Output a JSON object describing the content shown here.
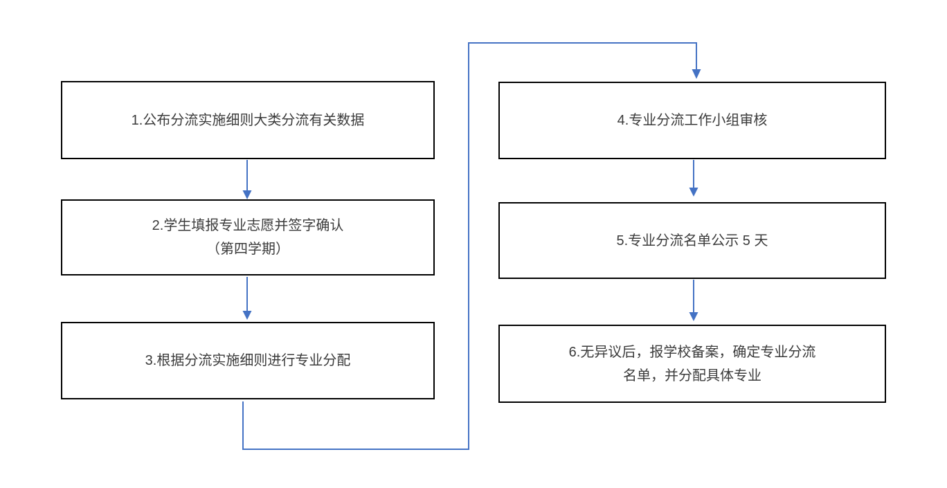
{
  "diagram": {
    "type": "flowchart",
    "colors": {
      "connector": "#4472C4",
      "box_border": "#000000",
      "box_fill": "#ffffff",
      "text": "#3b3b3b",
      "background": "#ffffff"
    },
    "boxes": [
      {
        "name": "step-1",
        "lines": [
          "1.公布分流实施细则大类分流有关数据"
        ]
      },
      {
        "name": "step-2",
        "lines": [
          "2.学生填报专业志愿并签字确认",
          "（第四学期）"
        ]
      },
      {
        "name": "step-3",
        "lines": [
          "3.根据分流实施细则进行专业分配"
        ]
      },
      {
        "name": "step-4",
        "lines": [
          "4.专业分流工作小组审核"
        ]
      },
      {
        "name": "step-5",
        "lines": [
          "5.专业分流名单公示 5 天"
        ]
      },
      {
        "name": "step-6",
        "lines": [
          "6.无异议后，报学校备案，确定专业分流",
          "名单，并分配具体专业"
        ]
      }
    ],
    "connectors": [
      {
        "name": "arrow-step1-to-step2",
        "shape": "straight-down-arrow"
      },
      {
        "name": "arrow-step2-to-step3",
        "shape": "straight-down-arrow"
      },
      {
        "name": "arrow-step3-to-step4",
        "shape": "elbow-arrow"
      },
      {
        "name": "arrow-step4-to-step5",
        "shape": "straight-down-arrow"
      },
      {
        "name": "arrow-step5-to-step6",
        "shape": "straight-down-arrow"
      }
    ]
  }
}
